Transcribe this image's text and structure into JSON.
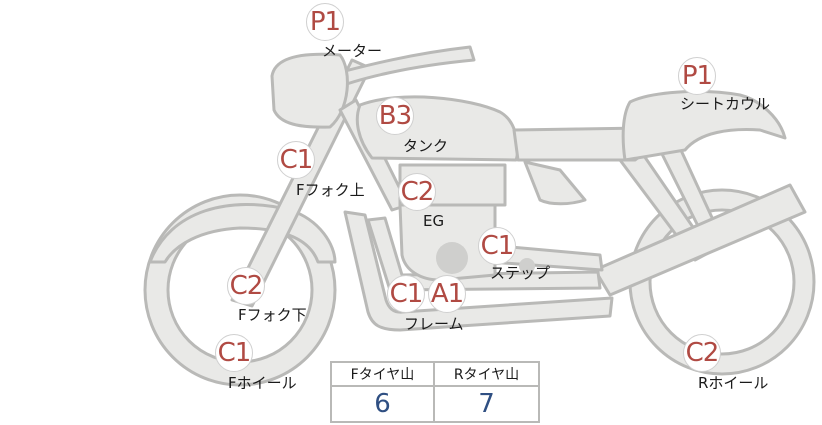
{
  "parts": [
    {
      "id": "meter",
      "grade": "P1",
      "label": "メーター"
    },
    {
      "id": "seat-cowl",
      "grade": "P1",
      "label": "シートカウル"
    },
    {
      "id": "tank",
      "grade": "B3",
      "label": "タンク"
    },
    {
      "id": "ffork-upper",
      "grade": "C1",
      "label": "Fフォク上"
    },
    {
      "id": "engine",
      "grade": "C2",
      "label": "EG"
    },
    {
      "id": "step",
      "grade": "C1",
      "label": "ステップ"
    },
    {
      "id": "ffork-lower",
      "grade": "C2",
      "label": "Fフォク下"
    },
    {
      "id": "frame",
      "grade_a": "C1",
      "grade_b": "A1",
      "label": "フレーム"
    },
    {
      "id": "fwheel",
      "grade": "C1",
      "label": "Fホイール"
    },
    {
      "id": "rwheel",
      "grade": "C2",
      "label": "Rホイール"
    }
  ],
  "tire_table": {
    "front_header": "Fタイヤ山",
    "rear_header": "Rタイヤ山",
    "front_value": "6",
    "rear_value": "7"
  },
  "colors": {
    "grade_text": "#b04a43",
    "value_text": "#2f4f82",
    "part_fill": "#e9e9e7",
    "part_stroke": "#b9b9b7"
  }
}
